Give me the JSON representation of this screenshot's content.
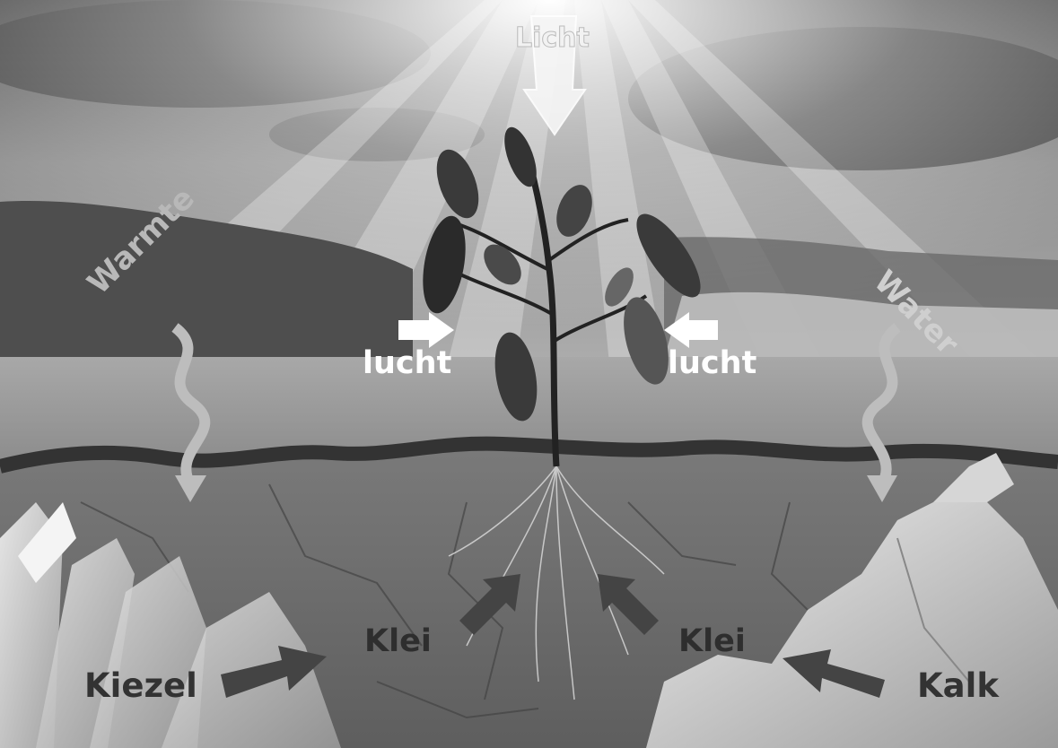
{
  "labels": {
    "licht": "Licht",
    "lucht_left": "lucht",
    "lucht_right": "lucht",
    "warmte": "Warmte",
    "water": "Water",
    "klei_left": "Klei",
    "klei_right": "Klei",
    "kiezel": "Kiezel",
    "kalk": "Kalk"
  },
  "colors": {
    "sky_top": "#3a3a3a",
    "sky_mid": "#9a9a9a",
    "soil": "#6e6e6e",
    "soil_line": "#333333",
    "arrow_white": "#ffffff",
    "arrow_dark": "#444444",
    "wave_arrow": "#b8b8b8"
  }
}
